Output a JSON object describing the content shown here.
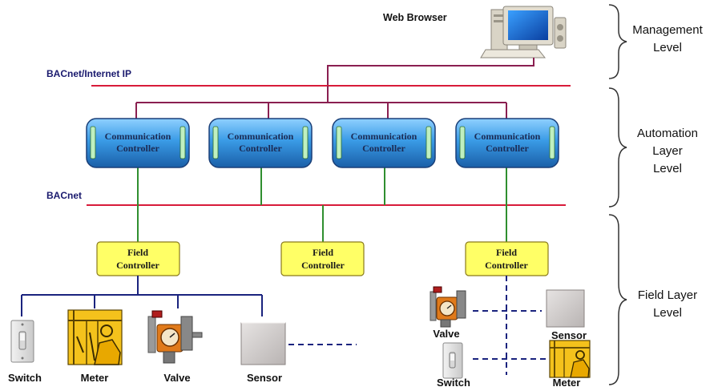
{
  "web_browser": {
    "label": "Web Browser"
  },
  "networks": {
    "internet": "BACnet/Internet IP",
    "bacnet": "BACnet"
  },
  "levels": {
    "management": [
      "Management",
      "Level"
    ],
    "automation": [
      "Automation",
      "Layer",
      "Level"
    ],
    "field": [
      "Field Layer",
      "Level"
    ]
  },
  "communication_controllers": [
    [
      "Communication",
      "Controller"
    ],
    [
      "Communication",
      "Controller"
    ],
    [
      "Communication",
      "Controller"
    ],
    [
      "Communication",
      "Controller"
    ]
  ],
  "field_controllers": [
    [
      "Field",
      "Controller"
    ],
    [
      "Field",
      "Controller"
    ],
    [
      "Field",
      "Controller"
    ]
  ],
  "devices_left": [
    "Switch",
    "Meter",
    "Valve",
    "Sensor"
  ],
  "devices_right": {
    "valve": "Valve",
    "sensor": "Sensor",
    "switch": "Switch",
    "meter": "Meter"
  },
  "colors": {
    "ip_line": "#d81b3a",
    "uplink": "#8a1f50",
    "bacnet_line": "#d81b3a",
    "green_link": "#2f8f2f",
    "field_bus": "#1a237e",
    "cc_fill": "#3a8fd8",
    "fc_fill": "#ffff66"
  }
}
